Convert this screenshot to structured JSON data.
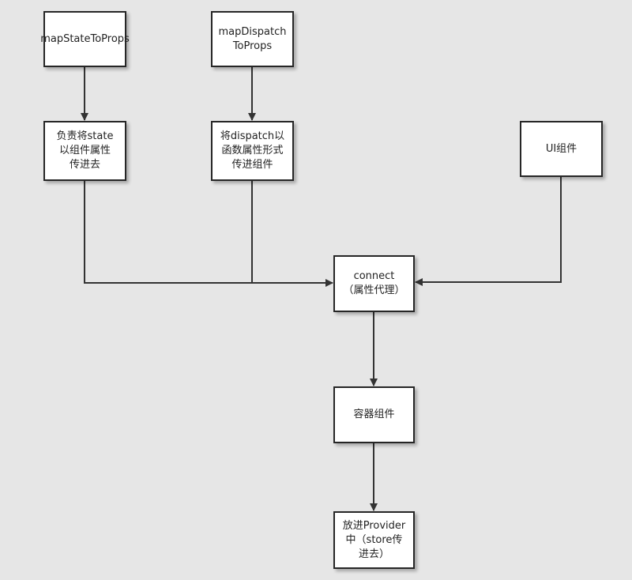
{
  "diagram": {
    "nodes": {
      "map_state_to_props": "mapStateToProps",
      "map_dispatch_to_props": "mapDispatch\nToProps",
      "state_desc": "负责将state\n以组件属性\n传进去",
      "dispatch_desc": "将dispatch以\n函数属性形式\n传进组件",
      "ui_component": "UI组件",
      "connect": "connect\n（属性代理）",
      "container_component": "容器组件",
      "provider": "放进Provider\n中（store传\n进去）"
    },
    "edges": [
      {
        "from": "map_state_to_props",
        "to": "state_desc"
      },
      {
        "from": "map_dispatch_to_props",
        "to": "dispatch_desc"
      },
      {
        "from": "state_desc",
        "to": "connect"
      },
      {
        "from": "dispatch_desc",
        "to": "connect"
      },
      {
        "from": "ui_component",
        "to": "connect"
      },
      {
        "from": "connect",
        "to": "container_component"
      },
      {
        "from": "container_component",
        "to": "provider"
      }
    ]
  }
}
